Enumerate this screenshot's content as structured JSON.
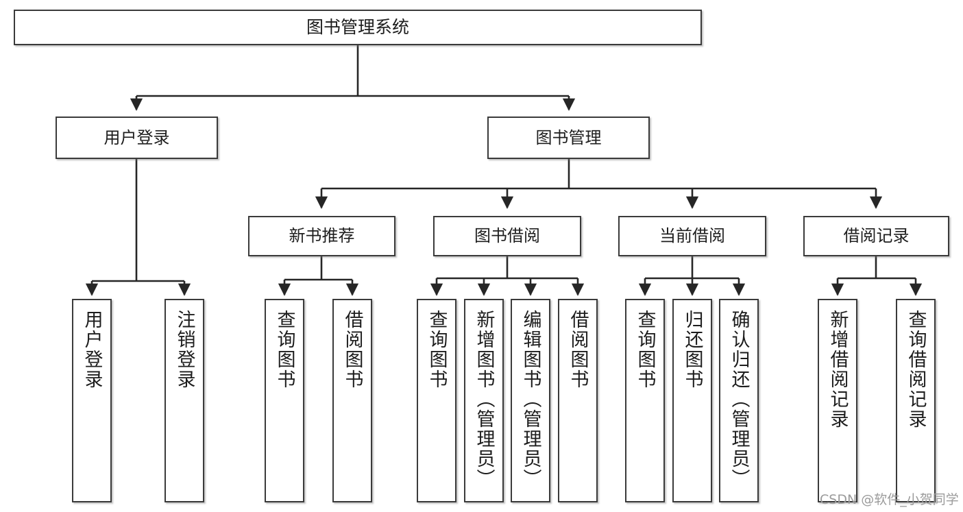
{
  "diagram": {
    "title": "图书管理系统",
    "type": "tree-hierarchy-diagram",
    "watermark": "CSDN @软件_小贺同学",
    "colors": {
      "box_border": "#3a3a3a",
      "box_fill": "#ffffff",
      "connector": "#262626",
      "text": "#1d1d1d",
      "watermark": "#9b9b9b"
    },
    "nodes": {
      "root": {
        "label": "图书管理系统"
      },
      "level2": [
        {
          "label": "用户登录"
        },
        {
          "label": "图书管理"
        }
      ],
      "level3": [
        {
          "label": "新书推荐"
        },
        {
          "label": "图书借阅"
        },
        {
          "label": "当前借阅"
        },
        {
          "label": "借阅记录"
        }
      ],
      "leaves_user_login": [
        {
          "label": "用户登录"
        },
        {
          "label": "注销登录"
        }
      ],
      "leaves_new_books": [
        {
          "label": "查询图书"
        },
        {
          "label": "借阅图书"
        }
      ],
      "leaves_borrow_books": [
        {
          "label": "查询图书"
        },
        {
          "label": "新增图书（管理员）"
        },
        {
          "label": "编辑图书（管理员）"
        },
        {
          "label": "借阅图书"
        }
      ],
      "leaves_current_borrow": [
        {
          "label": "查询图书"
        },
        {
          "label": "归还图书"
        },
        {
          "label": "确认归还（管理员）"
        }
      ],
      "leaves_borrow_records": [
        {
          "label": "新增借阅记录"
        },
        {
          "label": "查询借阅记录"
        }
      ]
    }
  }
}
